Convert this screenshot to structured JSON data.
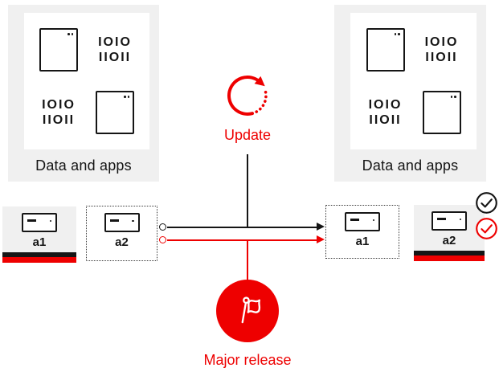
{
  "panels": [
    {
      "label": "Data and apps"
    },
    {
      "label": "Data and apps"
    }
  ],
  "icons": {
    "binary_row1": "IOIO",
    "binary_row2": "IIOII"
  },
  "flow": {
    "update_label": "Update",
    "major_release_label": "Major release"
  },
  "boxes": {
    "left_a1": {
      "label": "a1"
    },
    "left_a2": {
      "label": "a2"
    },
    "right_a1": {
      "label": "a1"
    },
    "right_a2": {
      "label": "a2"
    }
  },
  "colors": {
    "accent_red": "#ee0000",
    "ink_black": "#151515",
    "panel_gray": "#f0f0f0"
  }
}
